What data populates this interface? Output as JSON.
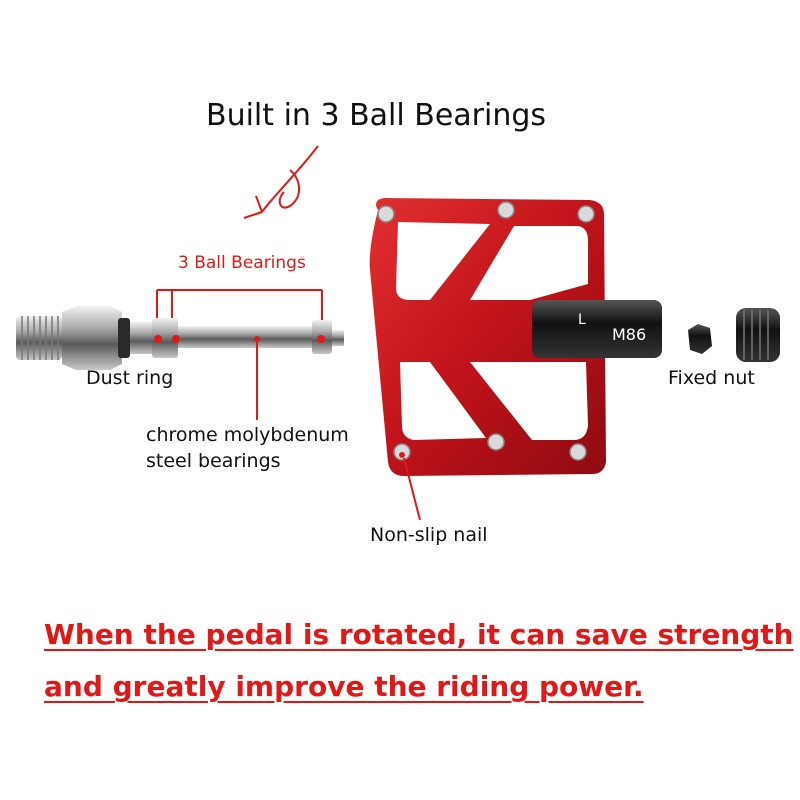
{
  "title": "Built in 3 Ball Bearings",
  "labels": {
    "ball_bearings": "3 Ball Bearings",
    "dust_ring": "Dust ring",
    "chrome_line1": "chrome molybdenum",
    "chrome_line2": "steel bearings",
    "fixed_nut": "Fixed nut",
    "non_slip_nail": "Non-slip nail"
  },
  "axle_print": "M86",
  "axle_mark": "L",
  "bottom_text": {
    "line1": "When the pedal is rotated, it can save strength",
    "line2": "and greatly improve the riding power."
  },
  "colors": {
    "accent_red": "#e01818",
    "pedal_red": "#c8141c",
    "text": "#111111"
  }
}
